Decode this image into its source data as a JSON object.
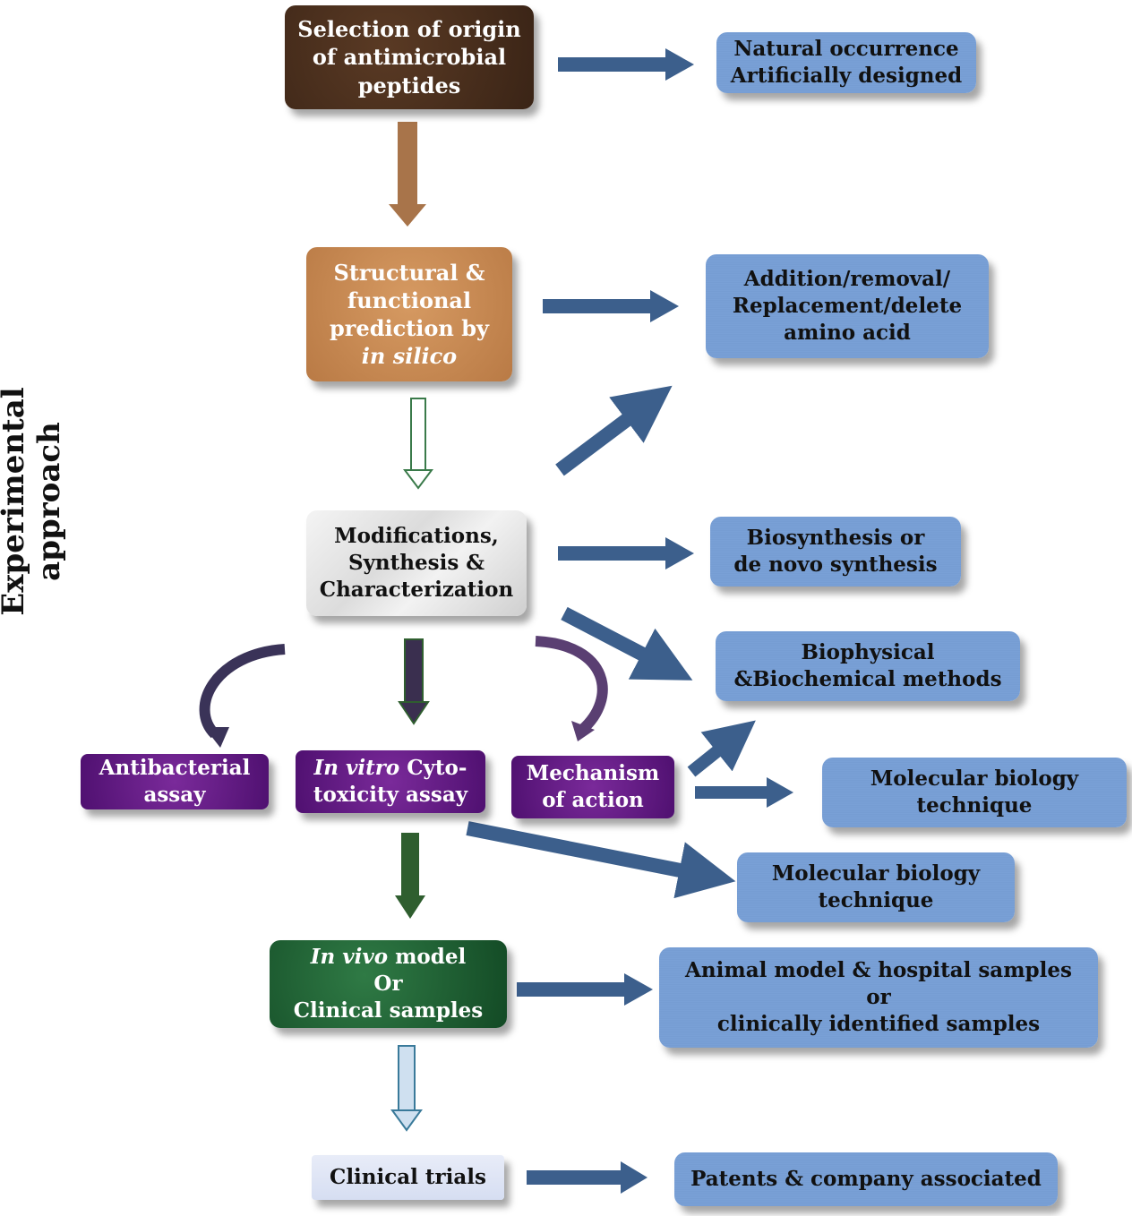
{
  "side_label": "Experimental approach",
  "main_flow": {
    "origin": [
      "Selection of origin",
      "of antimicrobial",
      "peptides"
    ],
    "prediction": [
      "Structural &",
      "functional",
      "prediction by",
      "in silico"
    ],
    "modifications": [
      "Modifications,",
      "Synthesis &",
      "Characterization"
    ],
    "antibacterial": [
      "Antibacterial",
      "assay"
    ],
    "cytotoxicity": [
      "In vitro",
      " Cyto-",
      "toxicity assay"
    ],
    "mechanism": [
      "Mechanism",
      "of action"
    ],
    "invivo": [
      "In vivo",
      " model",
      "Or",
      "Clinical samples"
    ],
    "clinical_trials": "Clinical trials"
  },
  "details": {
    "origin": [
      "Natural occurrence",
      "Artificially designed"
    ],
    "prediction": [
      "Addition/removal/",
      "Replacement/delete",
      "amino acid"
    ],
    "synthesis": [
      "Biosynthesis or",
      "de novo synthesis"
    ],
    "biophysical": [
      "Biophysical",
      "&Biochemical methods"
    ],
    "molecular_1": [
      "Molecular biology",
      "technique"
    ],
    "molecular_2": [
      "Molecular biology",
      "technique"
    ],
    "animal": [
      "Animal model & hospital samples",
      "or",
      "clinically identified samples"
    ],
    "patents": "Patents & company associated"
  },
  "colors": {
    "arrow_blue": "#3c5f8c",
    "arrow_brown": "#a8744a",
    "arrow_green": "#2f5e2f",
    "arrow_dark": "#3a2f4f",
    "arrow_pale": "#cfe0f0"
  }
}
